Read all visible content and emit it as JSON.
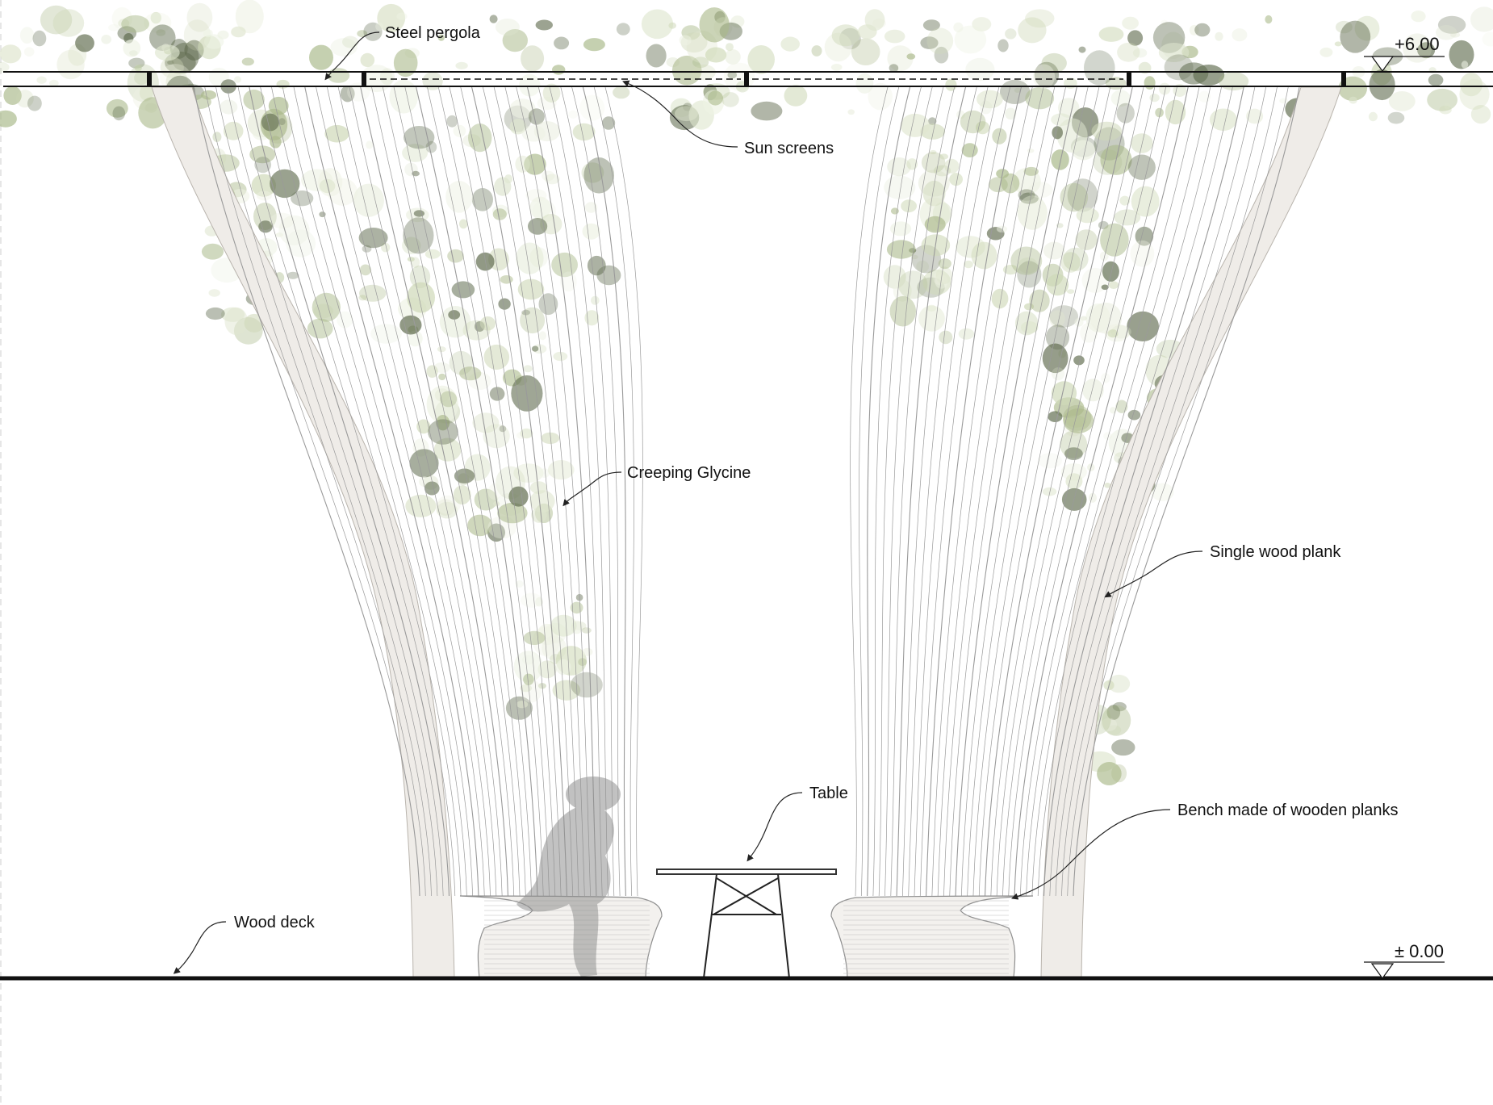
{
  "drawing": {
    "type": "architectural-section",
    "colors": {
      "line": "#111111",
      "wood": "#efece8",
      "strands": "#9a9a9a",
      "foliage_light": "#dfe6cf",
      "foliage_mid": "#aab98a",
      "foliage_dark": "#5f6b4e",
      "figure": "#8f8f8f"
    }
  },
  "levels": {
    "top": "+6.00",
    "ground": "± 0.00"
  },
  "labels": {
    "steel_pergola": "Steel pergola",
    "sun_screens": "Sun screens",
    "creeping_glycine": "Creeping Glycine",
    "single_wood_plank": "Single wood plank",
    "table": "Table",
    "bench": "Bench made of wooden planks",
    "wood_deck": "Wood deck"
  }
}
